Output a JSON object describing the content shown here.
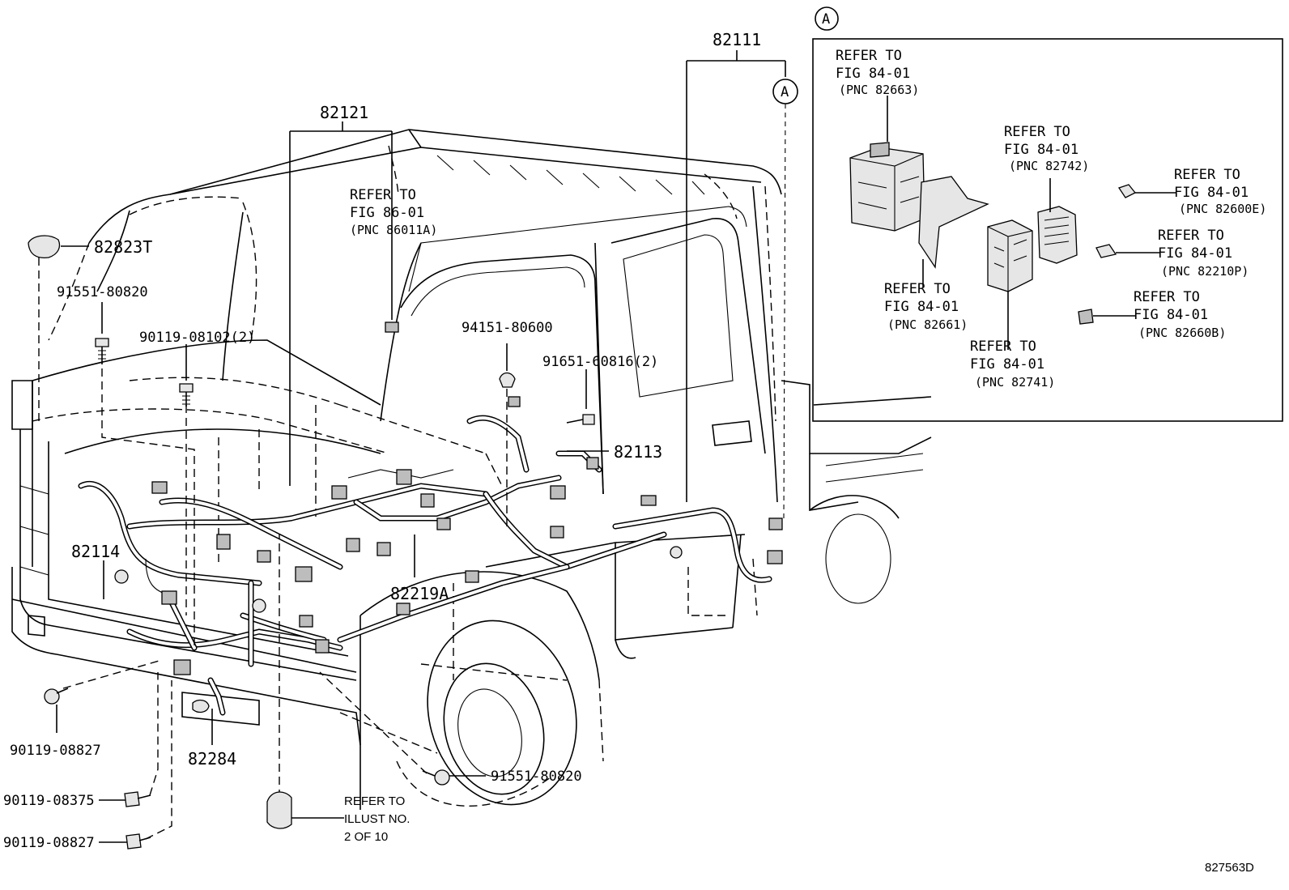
{
  "callouts": {
    "circle_a_main": "A",
    "circle_a_inset": "A",
    "p82111": "82111",
    "p82121": "82121",
    "p82823T": "82823T",
    "p91551_top": "91551-80820",
    "p90119_08102": "90119-08102(2)",
    "p94151": "94151-80600",
    "p91651": "91651-60816(2)",
    "p82113": "82113",
    "p82114": "82114",
    "p82219A": "82219A",
    "p82284": "82284",
    "p90119_08827_left": "90119-08827",
    "p90119_08375": "90119-08375",
    "p90119_08827_bottom": "90119-08827",
    "p91551_bottom": "91551-80820"
  },
  "refer_fig86": {
    "l1": "REFER TO",
    "l2": "FIG 86-01",
    "l3": "(PNC 86011A)"
  },
  "refer_illust": {
    "l1": "REFER TO",
    "l2": "ILLUST NO.",
    "l3": "2 OF 10"
  },
  "inset_refs": [
    {
      "l1": "REFER TO",
      "l2": "FIG 84-01",
      "l3": "(PNC 82663)"
    },
    {
      "l1": "REFER TO",
      "l2": "FIG 84-01",
      "l3": "(PNC 82742)"
    },
    {
      "l1": "REFER TO",
      "l2": "FIG 84-01",
      "l3": "(PNC 82600E)"
    },
    {
      "l1": "REFER TO",
      "l2": "FIG 84-01",
      "l3": "(PNC 82210P)"
    },
    {
      "l1": "REFER TO",
      "l2": "FIG 84-01",
      "l3": "(PNC 82661)"
    },
    {
      "l1": "REFER TO",
      "l2": "FIG 84-01",
      "l3": "(PNC 82660B)"
    },
    {
      "l1": "REFER TO",
      "l2": "FIG 84-01",
      "l3": "(PNC 82741)"
    }
  ],
  "illustration_number": "827563D"
}
